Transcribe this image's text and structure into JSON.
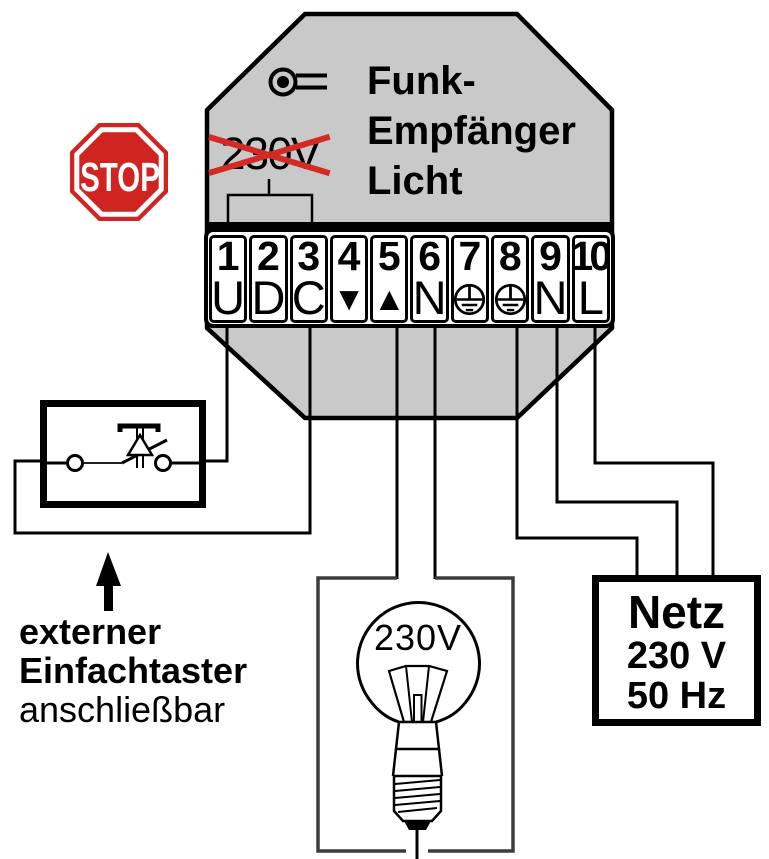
{
  "device": {
    "title_line1": "Funk-",
    "title_line2": "Empfänger",
    "title_line3": "Licht",
    "crossed_label": "230V"
  },
  "terminal_block": {
    "terminals": [
      {
        "number": "1",
        "label": "U"
      },
      {
        "number": "2",
        "label": "D"
      },
      {
        "number": "3",
        "label": "C"
      },
      {
        "number": "4",
        "label": "▼"
      },
      {
        "number": "5",
        "label": "▲"
      },
      {
        "number": "6",
        "label": "N"
      },
      {
        "number": "7",
        "label": "PE"
      },
      {
        "number": "8",
        "label": "PE"
      },
      {
        "number": "9",
        "label": "N"
      },
      {
        "number": "10",
        "label": "L"
      }
    ]
  },
  "stop_sign": {
    "label": "STOP"
  },
  "switch_note": {
    "line1": "externer",
    "line2": "Einfachtaster",
    "line3": "anschließbar"
  },
  "lamp": {
    "voltage": "230V"
  },
  "mains": {
    "title": "Netz",
    "voltage": "230 V",
    "frequency": "50 Hz"
  },
  "colors": {
    "device_fill": "#c9c9c9",
    "outline": "#000000",
    "stop_red": "#d02420",
    "cross_red": "#d22b26",
    "lamp_box_border": "#3d3d3d"
  }
}
